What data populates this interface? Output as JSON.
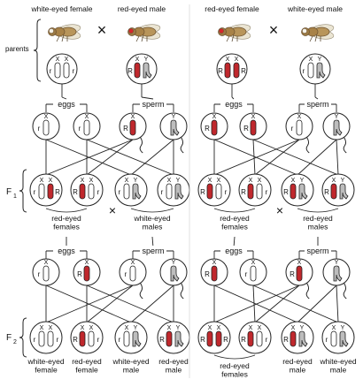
{
  "diagram": {
    "colors": {
      "allele_R": "#c0282d",
      "allele_r": "#ffffff",
      "chrom_Y": "#bdbdbd",
      "stroke": "#222222"
    },
    "crosses": [
      {
        "parents": [
          {
            "label": "white-eyed female",
            "eye": "white",
            "sex": "female",
            "genotype": [
              "X",
              "r",
              "X",
              "r"
            ]
          },
          {
            "label": "red-eyed male",
            "eye": "red",
            "sex": "male",
            "genotype": [
              "X",
              "R",
              "Y",
              ""
            ]
          }
        ],
        "eggs_label": "eggs",
        "sperm_label": "sperm",
        "eggs": [
          [
            "X",
            "r"
          ],
          [
            "X",
            "r"
          ]
        ],
        "sperm": [
          [
            "X",
            "R"
          ],
          [
            "Y",
            ""
          ]
        ],
        "f1": [
          {
            "chroms": [
              [
                "X",
                "r"
              ],
              [
                "X",
                "R"
              ]
            ]
          },
          {
            "chroms": [
              [
                "X",
                "R"
              ],
              [
                "X",
                "r"
              ]
            ]
          },
          {
            "chroms": [
              [
                "X",
                "r"
              ],
              [
                "Y",
                ""
              ]
            ]
          },
          {
            "chroms": [
              [
                "X",
                "r"
              ],
              [
                "Y",
                ""
              ]
            ]
          }
        ],
        "f1_groups": [
          "red-eyed\nfemales",
          "white-eyed\nmales"
        ],
        "f2_eggs": [
          [
            "X",
            "r"
          ],
          [
            "X",
            "R"
          ]
        ],
        "f2_sperm": [
          [
            "X",
            "r"
          ],
          [
            "Y",
            ""
          ]
        ],
        "f2": [
          {
            "chroms": [
              [
                "X",
                "r"
              ],
              [
                "X",
                "r"
              ]
            ],
            "label": "white-eyed\nfemale"
          },
          {
            "chroms": [
              [
                "X",
                "R"
              ],
              [
                "X",
                "r"
              ]
            ],
            "label": "red-eyed\nfemale"
          },
          {
            "chroms": [
              [
                "X",
                "r"
              ],
              [
                "Y",
                ""
              ]
            ],
            "label": "white-eyed\nmale"
          },
          {
            "chroms": [
              [
                "X",
                "R"
              ],
              [
                "Y",
                ""
              ]
            ],
            "label": "red-eyed\nmale"
          }
        ]
      },
      {
        "parents": [
          {
            "label": "red-eyed female",
            "eye": "red",
            "sex": "female",
            "genotype": [
              "X",
              "R",
              "X",
              "R"
            ]
          },
          {
            "label": "white-eyed male",
            "eye": "white",
            "sex": "male",
            "genotype": [
              "X",
              "r",
              "Y",
              ""
            ]
          }
        ],
        "eggs_label": "eggs",
        "sperm_label": "sperm",
        "eggs": [
          [
            "X",
            "R"
          ],
          [
            "X",
            "R"
          ]
        ],
        "sperm": [
          [
            "X",
            "r"
          ],
          [
            "Y",
            ""
          ]
        ],
        "f1": [
          {
            "chroms": [
              [
                "X",
                "R"
              ],
              [
                "X",
                "r"
              ]
            ]
          },
          {
            "chroms": [
              [
                "X",
                "R"
              ],
              [
                "X",
                "r"
              ]
            ]
          },
          {
            "chroms": [
              [
                "X",
                "R"
              ],
              [
                "Y",
                ""
              ]
            ]
          },
          {
            "chroms": [
              [
                "X",
                "R"
              ],
              [
                "Y",
                ""
              ]
            ]
          }
        ],
        "f1_groups": [
          "red-eyed\nfemales",
          "red-eyed\nmales"
        ],
        "f2_eggs": [
          [
            "X",
            "R"
          ],
          [
            "X",
            "r"
          ]
        ],
        "f2_sperm": [
          [
            "X",
            "R"
          ],
          [
            "Y",
            ""
          ]
        ],
        "f2": [
          {
            "chroms": [
              [
                "X",
                "R"
              ],
              [
                "X",
                "R"
              ]
            ],
            "label": ""
          },
          {
            "chroms": [
              [
                "X",
                "R"
              ],
              [
                "X",
                "r"
              ]
            ],
            "label": ""
          },
          {
            "chroms": [
              [
                "X",
                "R"
              ],
              [
                "Y",
                ""
              ]
            ],
            "label": "red-eyed\nmale"
          },
          {
            "chroms": [
              [
                "X",
                "r"
              ],
              [
                "Y",
                ""
              ]
            ],
            "label": "white-eyed\nmale"
          }
        ],
        "f2_female_group": "red-eyed\nfemales"
      }
    ],
    "row_labels": {
      "parents": "parents",
      "f1": "F",
      "f1_sub": "1",
      "f2": "F",
      "f2_sub": "2"
    },
    "cross_symbol": "×"
  }
}
